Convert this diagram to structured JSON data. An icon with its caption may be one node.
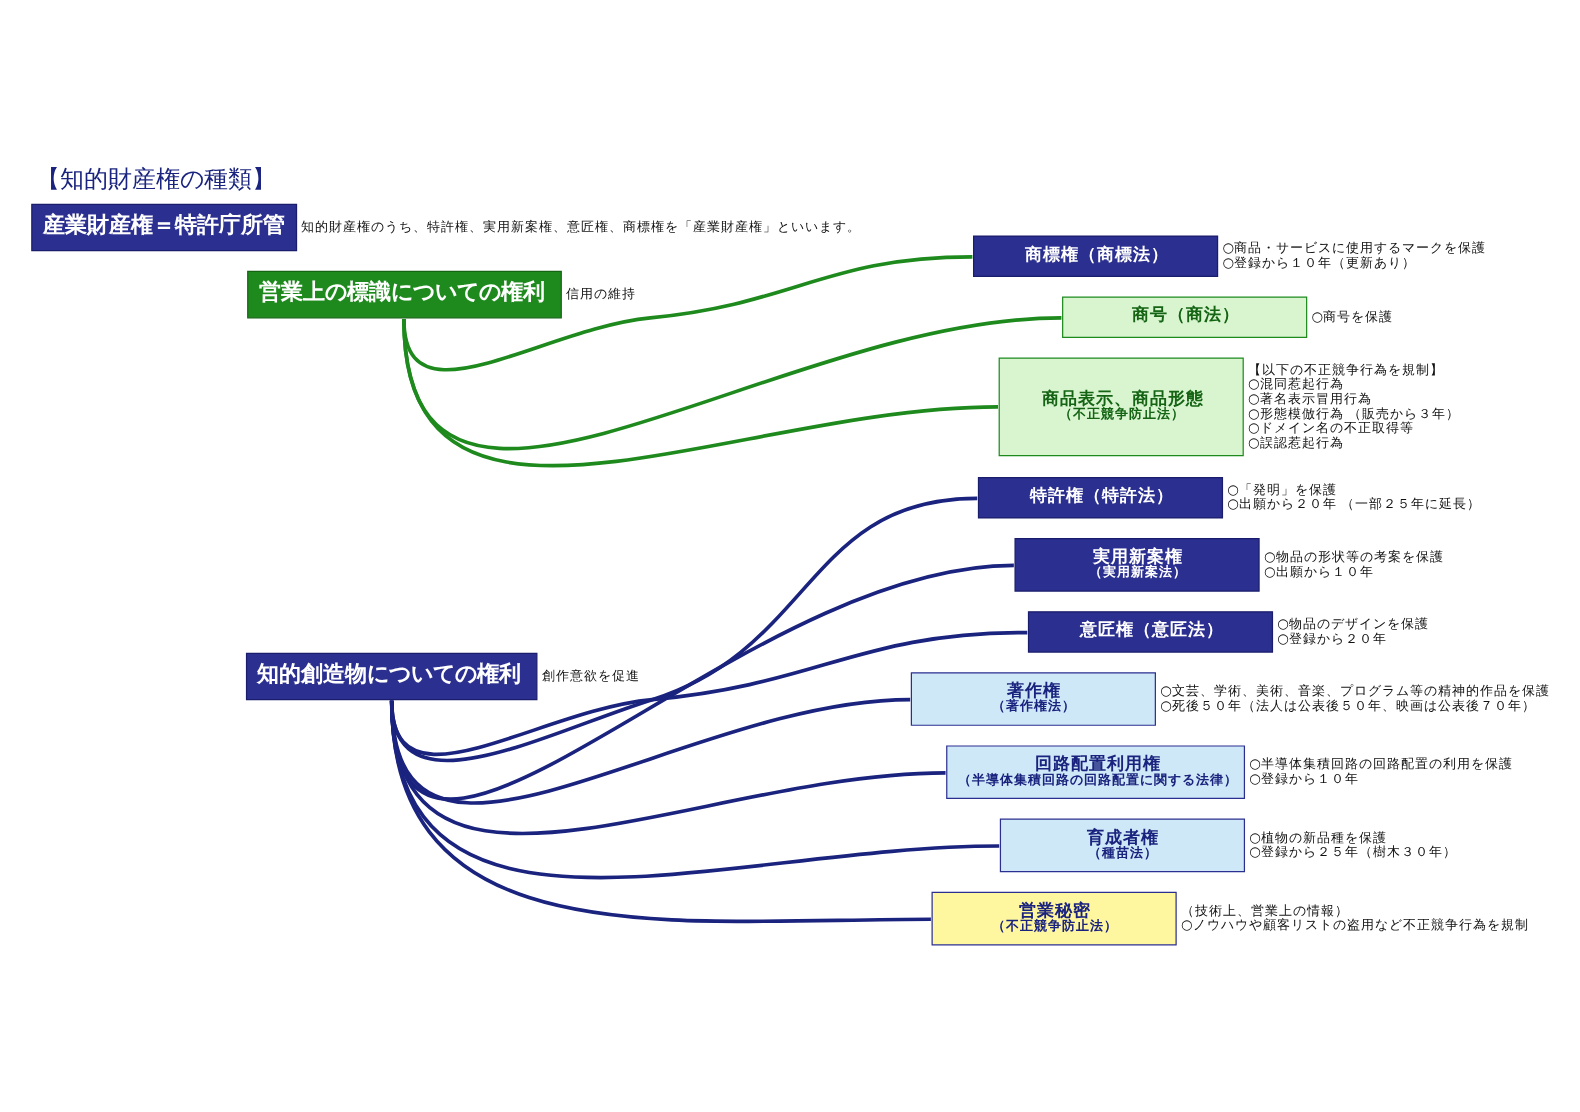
{
  "diagram": {
    "title": "【知的財産権の種類】",
    "nodes": [
      {
        "text": [
          "知的創造物についての権利"
        ],
        "beside": [
          "創作意欲を促進"
        ]
      },
      {
        "text": [
          "特許権（特許法）"
        ],
        "beside": [
          "○「発明」を保護",
          "○出願から２０年 （一部２５年に延長）"
        ]
      },
      {
        "text": [
          "実用新案権",
          "（実用新案法）"
        ],
        "beside": [
          "○物品の形状等の考案を保護",
          "○出願から１０年"
        ]
      },
      {
        "text": [
          "意匠権（意匠法）"
        ],
        "beside": [
          "○物品のデザインを保護",
          "○登録から２０年"
        ]
      },
      {
        "text": [
          "著作権",
          "（著作権法）"
        ],
        "beside": [
          "○文芸、学術、美術、音楽、プログラム等の精神的作品を保護",
          "○死後５０年（法人は公表後５０年、映画は公表後７０年）"
        ]
      },
      {
        "text": [
          "回路配置利用権",
          "（半導体集積回路の回路配置に関する法律）"
        ],
        "beside": [
          "○半導体集積回路の回路配置の利用を保護",
          "○登録から１０年"
        ]
      },
      {
        "text": [
          "育成者権",
          "（種苗法）"
        ],
        "beside": [
          "○植物の新品種を保護",
          "○登録から２５年（樹木３０年）"
        ]
      },
      {
        "text": [
          "営業秘密",
          "（不正競争防止法）"
        ],
        "beside": [
          "（技術上、営業上の情報）",
          "○ノウハウや顧客リストの盗用など不正競争行為を規制"
        ]
      },
      {
        "text": [
          "営業上の標識についての権利"
        ],
        "beside": [
          "信用の維持"
        ]
      },
      {
        "text": [
          "商標権（商標法）"
        ],
        "beside": [
          "○商品・サービスに使用するマークを保護",
          "○登録から１０年（更新あり）"
        ]
      },
      {
        "text": [
          "商号（商法）"
        ],
        "beside": [
          "○商号を保護"
        ]
      },
      {
        "text": [
          "商品表示、商品形態",
          "（不正競争防止法）"
        ],
        "beside": [
          "【以下の不正競争行為を規制】",
          "○混同惹起行為",
          "○著名表示冒用行為",
          "○形態模倣行為 （販売から３年）",
          "○ドメイン名の不正取得等",
          "○誤認惹起行為"
        ]
      },
      {
        "text": [
          "産業財産権＝特許庁所管"
        ],
        "beside": [
          "知的財産権のうち、特許権、実用新案権、意匠権、商標権を「産業財産権」といいます。"
        ]
      }
    ],
    "edges": [
      {
        "from": 0,
        "to": 1,
        "arrow": "none"
      },
      {
        "from": 0,
        "to": 2,
        "arrow": "none"
      },
      {
        "from": 0,
        "to": 3,
        "arrow": "none"
      },
      {
        "from": 0,
        "to": 4,
        "arrow": "none"
      },
      {
        "from": 0,
        "to": 5,
        "arrow": "none"
      },
      {
        "from": 0,
        "to": 6,
        "arrow": "none"
      },
      {
        "from": 0,
        "to": 7,
        "arrow": "none"
      },
      {
        "from": 8,
        "to": 9,
        "arrow": "none",
        "color": "#1e8a1e"
      },
      {
        "from": 8,
        "to": 10,
        "arrow": "none",
        "color": "#1e8a1e"
      },
      {
        "from": 8,
        "to": 11,
        "arrow": "none",
        "color": "#1e8a1e"
      }
    ]
  }
}
